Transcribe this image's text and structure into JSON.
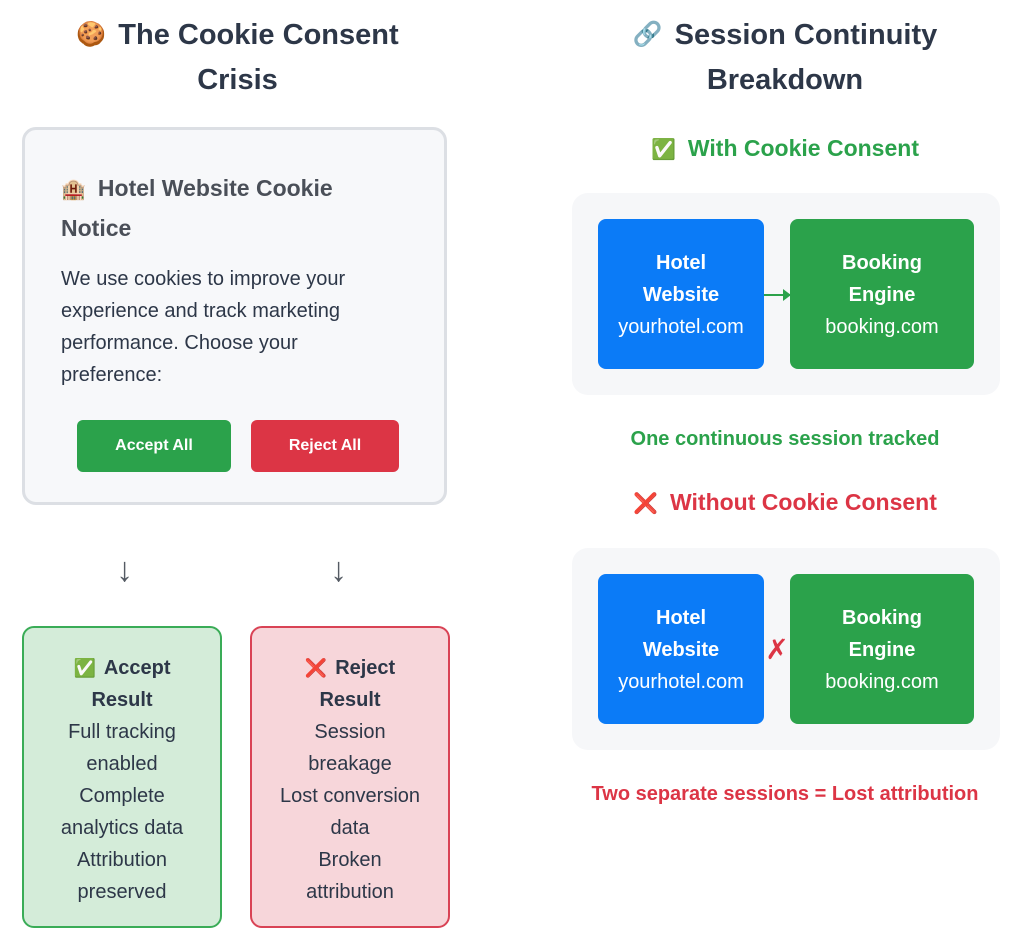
{
  "left": {
    "heading": {
      "icon": "cookie-icon",
      "emoji": "🍪",
      "lines": [
        "The Cookie Consent",
        "Crisis"
      ]
    },
    "notice": {
      "icon": "hotel-icon",
      "emoji": "🏨",
      "title": "Hotel Website Cookie Notice",
      "text": "We use cookies to improve your experience and track marketing performance. Choose your preference:",
      "accept_label": "Accept All",
      "reject_label": "Reject All"
    },
    "arrow_glyph": "↓",
    "accept_result": {
      "icon": "check-icon",
      "emoji": "✅",
      "title_lines": [
        "Accept",
        "Result"
      ],
      "lines": [
        "Full tracking",
        "enabled",
        "Complete",
        "analytics data",
        "Attribution",
        "preserved"
      ]
    },
    "reject_result": {
      "icon": "cross-icon",
      "emoji": "❌",
      "title_lines": [
        "Reject",
        "Result"
      ],
      "lines": [
        "Session",
        "breakage",
        "Lost conversion",
        "data",
        "Broken",
        "attribution"
      ]
    }
  },
  "right": {
    "heading": {
      "icon": "link-icon",
      "emoji": "🔗",
      "lines": [
        "Session Continuity",
        "Breakdown"
      ]
    },
    "with_consent": {
      "icon": "check-icon",
      "emoji": "✅",
      "title": "With Cookie Consent",
      "site": {
        "name_lines": [
          "Hotel",
          "Website"
        ],
        "domain": "yourhotel.com"
      },
      "engine": {
        "name_lines": [
          "Booking",
          "Engine"
        ],
        "domain": "booking.com"
      },
      "caption": "One continuous session tracked"
    },
    "without_consent": {
      "icon": "cross-icon",
      "emoji": "❌",
      "title": "Without Cookie Consent",
      "site": {
        "name_lines": [
          "Hotel",
          "Website"
        ],
        "domain": "yourhotel.com"
      },
      "engine": {
        "name_lines": [
          "Booking",
          "Engine"
        ],
        "domain": "booking.com"
      },
      "break_glyph": "✗",
      "caption": "Two separate sessions = Lost attribution"
    }
  },
  "colors": {
    "accept_green": "#2ba24b",
    "reject_red": "#dc3545",
    "site_blue": "#0b7bf7",
    "heading_text": "#2d3748"
  }
}
